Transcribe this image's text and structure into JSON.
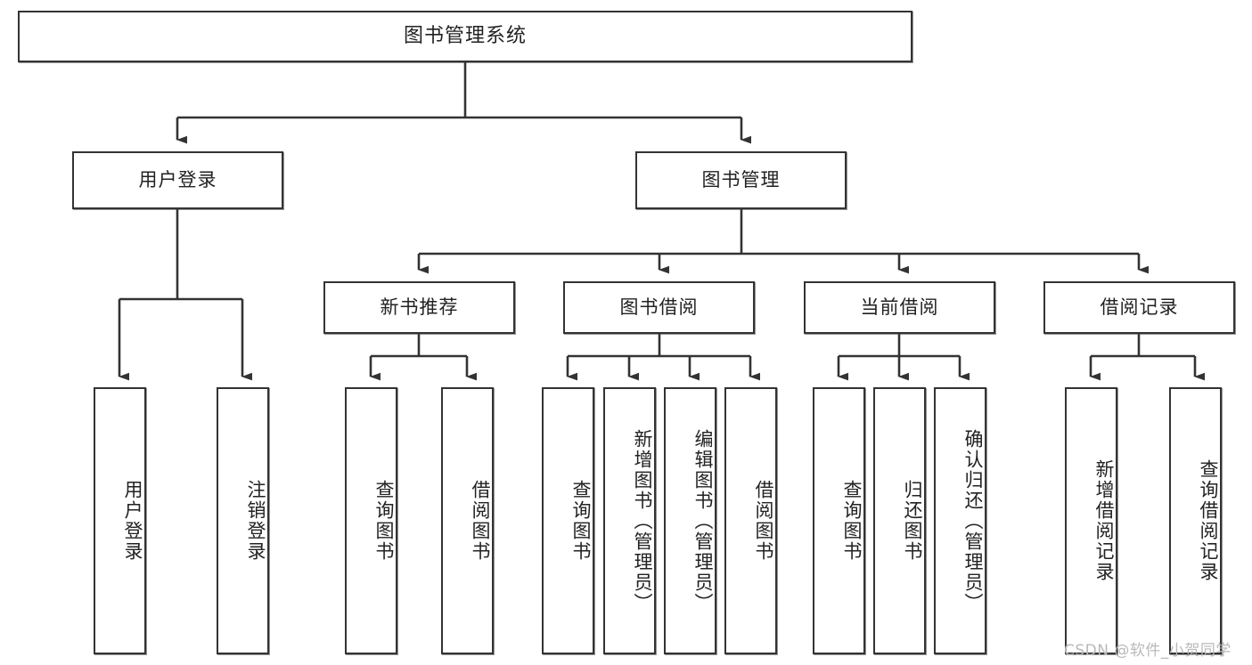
{
  "diagram": {
    "title": "图书管理系统",
    "type": "tree-hierarchy-chart",
    "root": {
      "label": "图书管理系统"
    },
    "level2": [
      {
        "label": "用户登录"
      },
      {
        "label": "图书管理"
      }
    ],
    "level3": [
      {
        "label": "新书推荐"
      },
      {
        "label": "图书借阅"
      },
      {
        "label": "当前借阅"
      },
      {
        "label": "借阅记录"
      }
    ],
    "leaves": {
      "user_login": [
        {
          "label": "用户登录"
        },
        {
          "label": "注销登录"
        }
      ],
      "new_book_recommend": [
        {
          "label": "查询图书"
        },
        {
          "label": "借阅图书"
        }
      ],
      "book_borrow": [
        {
          "label": "查询图书"
        },
        {
          "label": "新增图书（管理员）"
        },
        {
          "label": "编辑图书（管理员）"
        },
        {
          "label": "借阅图书"
        }
      ],
      "current_borrow": [
        {
          "label": "查询图书"
        },
        {
          "label": "归还图书"
        },
        {
          "label": "确认归还（管理员）"
        }
      ],
      "borrow_records": [
        {
          "label": "新增借阅记录"
        },
        {
          "label": "查询借阅记录"
        }
      ]
    }
  },
  "watermark": {
    "text": "CSDN @软件_小贺同学"
  },
  "colors": {
    "background": "#ffffff",
    "box_border": "#333333",
    "connector": "#333333",
    "text": "#222222",
    "watermark": "#b9b9b9"
  }
}
